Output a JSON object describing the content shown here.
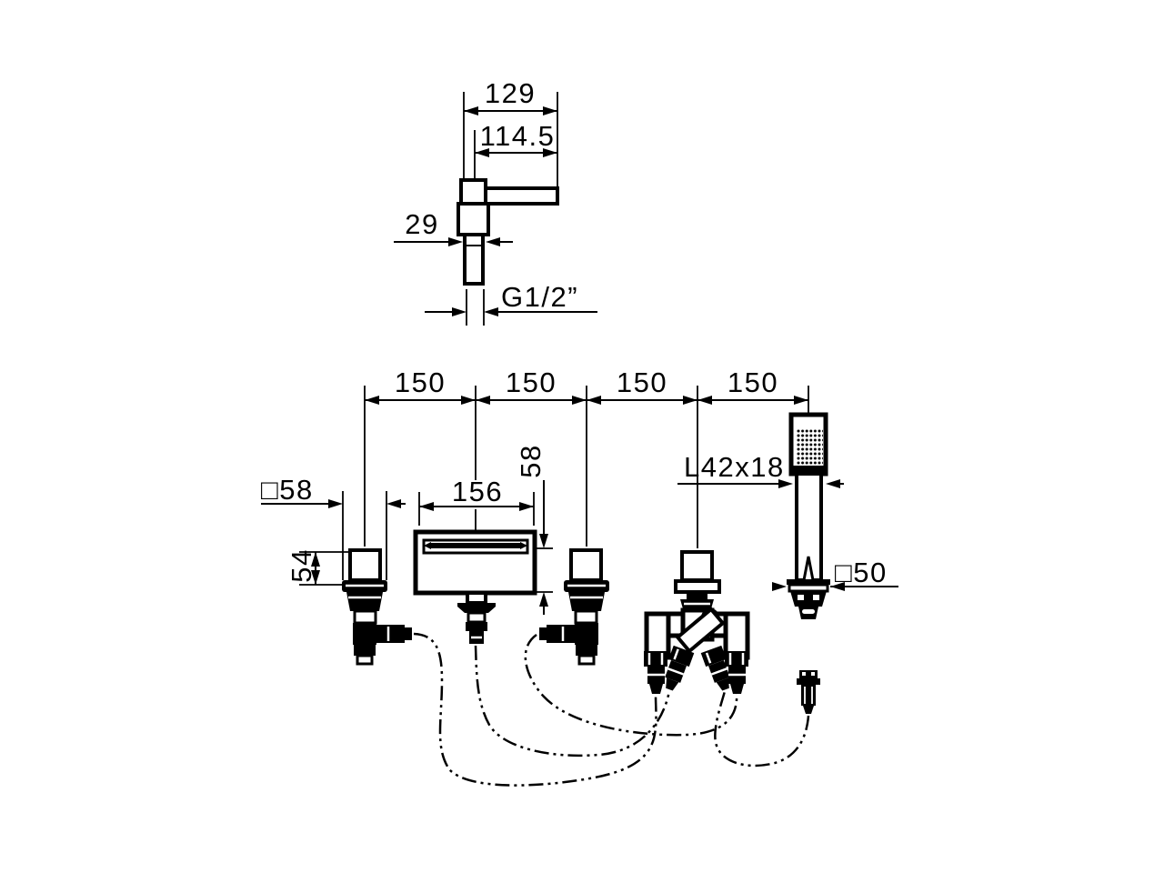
{
  "page": {
    "background": "#ffffff",
    "line_color": "#000000"
  },
  "top_view": {
    "dim_overall_width": "129",
    "dim_lever_reach": "114.5",
    "dim_body_width": "29",
    "dim_thread": "G1/2”"
  },
  "bottom_view": {
    "dim_hole_spacing": [
      "150",
      "150",
      "150",
      "150"
    ],
    "dim_handle_escutcheon": "□58",
    "dim_handle_height": "54",
    "dim_spout_width": "156",
    "dim_spout_height": "58",
    "dim_handshower_profile": "L42x18",
    "dim_holder_escutcheon": "□50"
  }
}
